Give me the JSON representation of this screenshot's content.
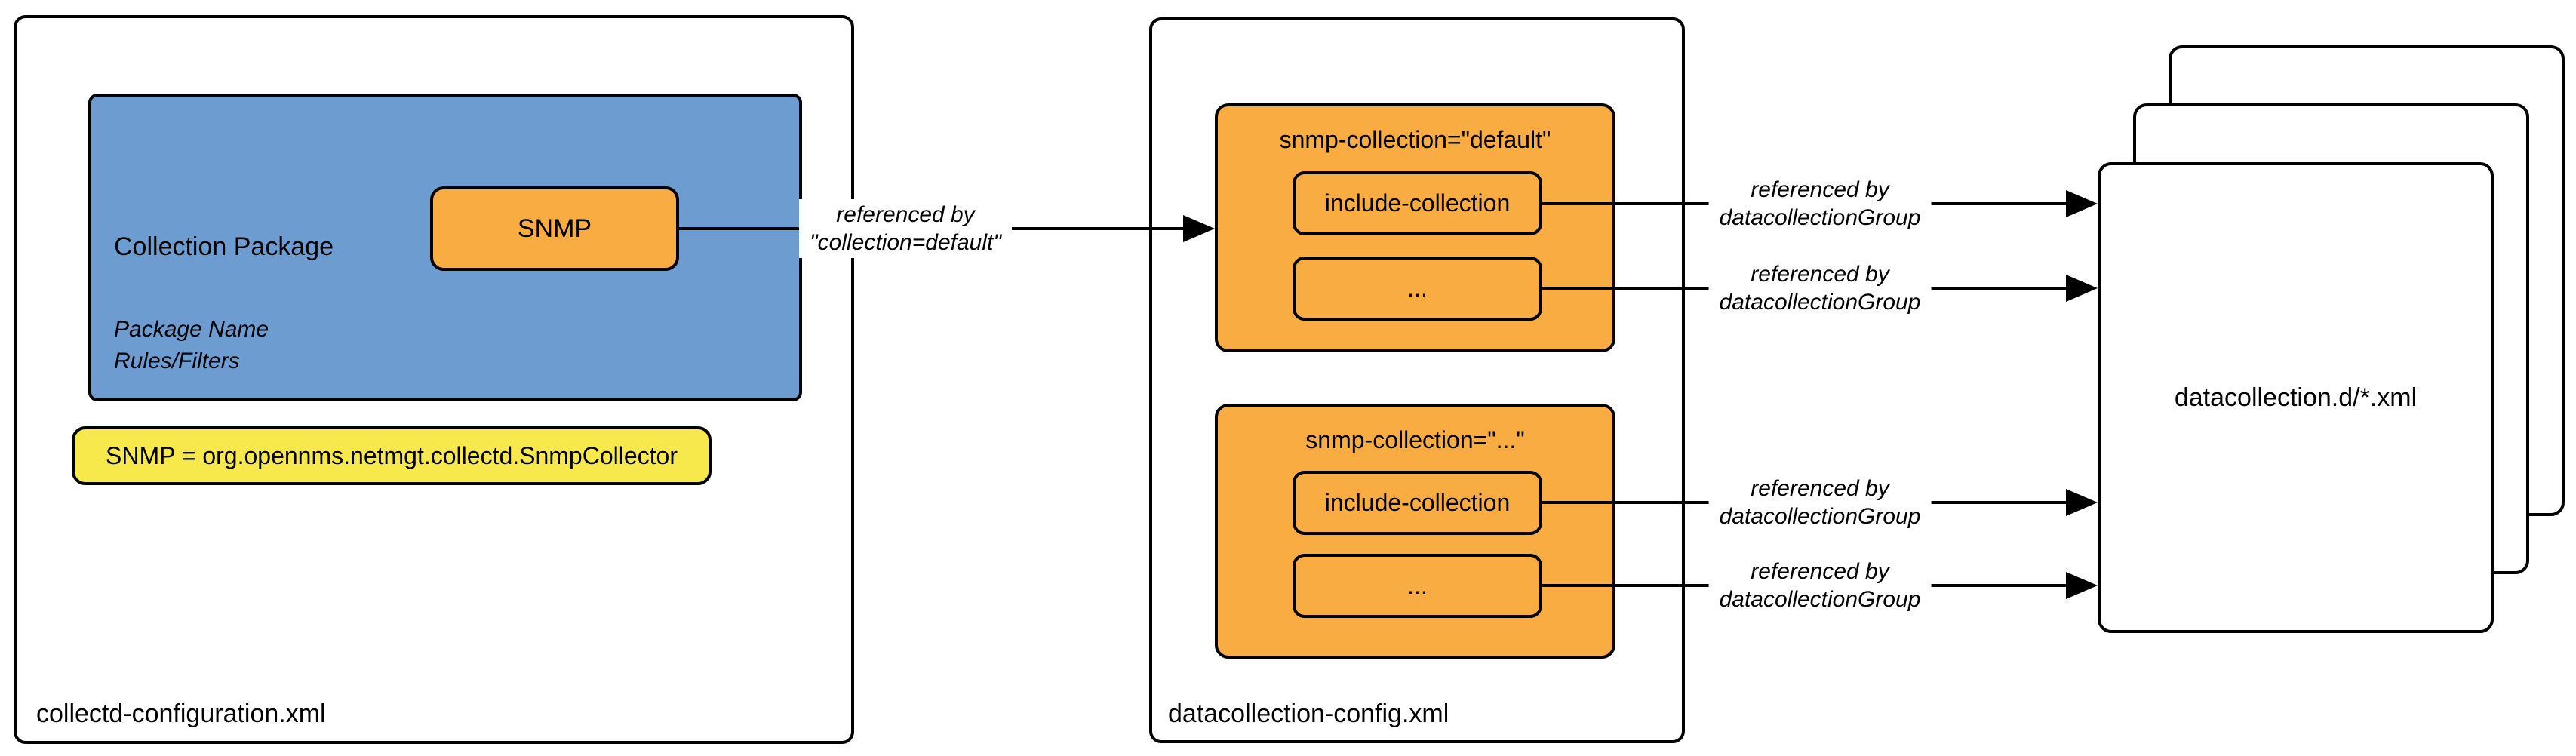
{
  "diagram": {
    "left_panel": {
      "file_label": "collectd-configuration.xml",
      "collection_package": {
        "title": "Collection Package",
        "details": [
          "Package Name",
          "Rules/Filters"
        ],
        "service_label": "SNMP"
      },
      "collector_mapping": "SNMP = org.opennms.netmgt.collectd.SnmpCollector"
    },
    "middle_panel": {
      "file_label": "datacollection-config.xml",
      "collections": [
        {
          "title": "snmp-collection=\"default\"",
          "items": [
            "include-collection",
            "..."
          ]
        },
        {
          "title": "snmp-collection=\"...\"",
          "items": [
            "include-collection",
            "..."
          ]
        }
      ]
    },
    "right_panel": {
      "file_label": "datacollection.d/*.xml"
    },
    "arrows": {
      "collection_default": {
        "line1": "referenced by",
        "line2": "\"collection=default\""
      },
      "datacollection_group": {
        "line1": "referenced by",
        "line2": "datacollectionGroup"
      }
    },
    "colors": {
      "package_blue": "#6D9CD1",
      "collection_orange": "#F8AC42",
      "mapping_yellow": "#F7E84C",
      "line_black": "#000000"
    }
  }
}
